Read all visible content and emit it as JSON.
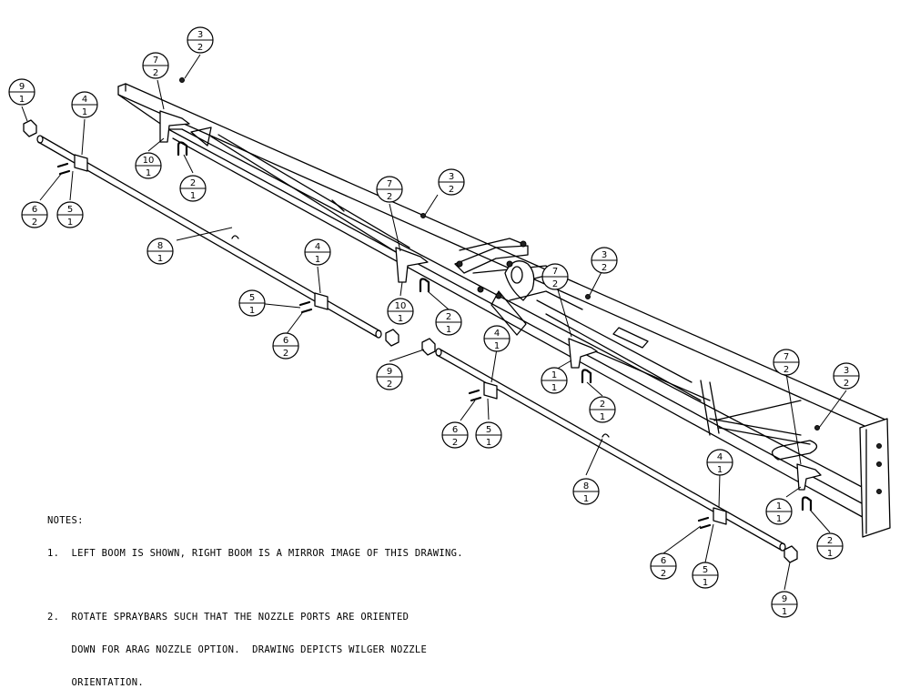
{
  "notes": {
    "heading": "NOTES:",
    "note1": "1.  LEFT BOOM IS SHOWN, RIGHT BOOM IS A MIRROR IMAGE OF THIS DRAWING.",
    "note2_line1": "2.  ROTATE SPRAYBARS SUCH THAT THE NOZZLE PORTS ARE ORIENTED",
    "note2_line2": "    DOWN FOR ARAG NOZZLE OPTION.  DRAWING DEPICTS WILGER NOZZLE",
    "note2_line3": "    ORIENTATION."
  },
  "callouts": [
    {
      "item": "9",
      "qty": "1"
    },
    {
      "item": "4",
      "qty": "1"
    },
    {
      "item": "7",
      "qty": "2"
    },
    {
      "item": "3",
      "qty": "2"
    },
    {
      "item": "10",
      "qty": "1"
    },
    {
      "item": "2",
      "qty": "1"
    },
    {
      "item": "6",
      "qty": "2"
    },
    {
      "item": "5",
      "qty": "1"
    },
    {
      "item": "8",
      "qty": "1"
    },
    {
      "item": "7",
      "qty": "2"
    },
    {
      "item": "3",
      "qty": "2"
    },
    {
      "item": "4",
      "qty": "1"
    },
    {
      "item": "5",
      "qty": "1"
    },
    {
      "item": "6",
      "qty": "2"
    },
    {
      "item": "10",
      "qty": "1"
    },
    {
      "item": "2",
      "qty": "1"
    },
    {
      "item": "9",
      "qty": "2"
    },
    {
      "item": "3",
      "qty": "2"
    },
    {
      "item": "7",
      "qty": "2"
    },
    {
      "item": "4",
      "qty": "1"
    },
    {
      "item": "1",
      "qty": "1"
    },
    {
      "item": "2",
      "qty": "1"
    },
    {
      "item": "6",
      "qty": "2"
    },
    {
      "item": "5",
      "qty": "1"
    },
    {
      "item": "8",
      "qty": "1"
    },
    {
      "item": "7",
      "qty": "2"
    },
    {
      "item": "3",
      "qty": "2"
    },
    {
      "item": "4",
      "qty": "1"
    },
    {
      "item": "1",
      "qty": "1"
    },
    {
      "item": "2",
      "qty": "1"
    },
    {
      "item": "6",
      "qty": "2"
    },
    {
      "item": "5",
      "qty": "1"
    },
    {
      "item": "9",
      "qty": "1"
    }
  ]
}
